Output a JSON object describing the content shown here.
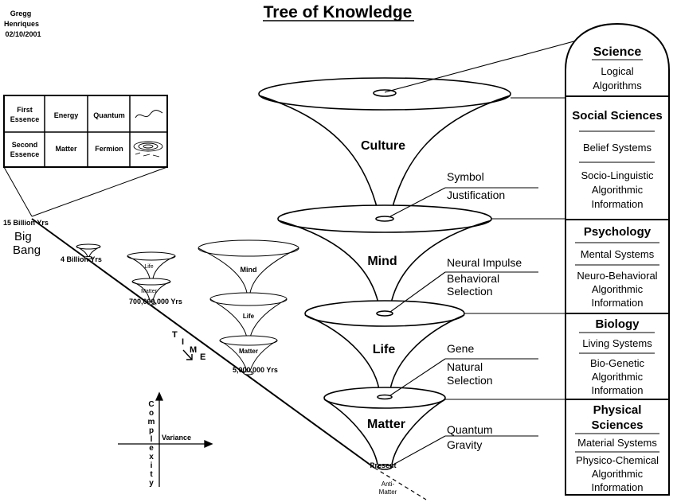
{
  "title": "Tree of Knowledge",
  "author": {
    "name_line1": "Gregg",
    "name_line2": "Henriques",
    "date": "02/10/2001"
  },
  "essence_table": {
    "rows": [
      {
        "essence_line1": "First",
        "essence_line2": "Essence",
        "form": "Energy",
        "particle": "Quantum"
      },
      {
        "essence_line1": "Second",
        "essence_line2": "Essence",
        "form": "Matter",
        "particle": "Fermion"
      }
    ]
  },
  "timeline": {
    "big_bang_years": "15 Billion Yrs",
    "big_bang_line1": "Big",
    "big_bang_line2": "Bang",
    "four_billion": "4 Billion Yrs",
    "seven_hundred_million": "700,000,000 Yrs",
    "five_million": "5,000,000 Yrs",
    "present": "Present",
    "anti_matter_line1": "Anti-",
    "anti_matter_line2": "Matter",
    "time_letters": [
      "T",
      "I",
      "M",
      "E"
    ]
  },
  "mini_cones": {
    "a_life": "Life",
    "a_matter": "Matter",
    "b_mind": "Mind",
    "b_life": "Life",
    "b_matter": "Matter"
  },
  "cones": {
    "culture": "Culture",
    "mind": "Mind",
    "life": "Life",
    "matter": "Matter"
  },
  "joint_labels": {
    "symbol": "Symbol",
    "justification": "Justification",
    "neural_impulse": "Neural Impulse",
    "behavioral": "Behavioral",
    "selection_1": "Selection",
    "gene": "Gene",
    "natural": "Natural",
    "selection_2": "Selection",
    "quantum": "Quantum",
    "gravity": "Gravity"
  },
  "disciplines": {
    "science": {
      "title": "Science",
      "line1": "Logical",
      "line2": "Algorithms"
    },
    "social_sciences": {
      "title": "Social Sciences",
      "system": "Belief Systems",
      "info_line1": "Socio-Linguistic",
      "info_line2": "Algorithmic",
      "info_line3": "Information"
    },
    "psychology": {
      "title": "Psychology",
      "system": "Mental Systems",
      "info_line1": "Neuro-Behavioral",
      "info_line2": "Algorithmic",
      "info_line3": "Information"
    },
    "biology": {
      "title": "Biology",
      "system": "Living Systems",
      "info_line1": "Bio-Genetic",
      "info_line2": "Algorithmic",
      "info_line3": "Information"
    },
    "physical_sciences": {
      "title_line1": "Physical",
      "title_line2": "Sciences",
      "system": "Material Systems",
      "info_line1": "Physico-Chemical",
      "info_line2": "Algorithmic",
      "info_line3": "Information"
    }
  },
  "axes": {
    "complexity_letters": [
      "C",
      "o",
      "m",
      "p",
      "l",
      "e",
      "x",
      "i",
      "t",
      "y"
    ],
    "variance": "Variance"
  }
}
